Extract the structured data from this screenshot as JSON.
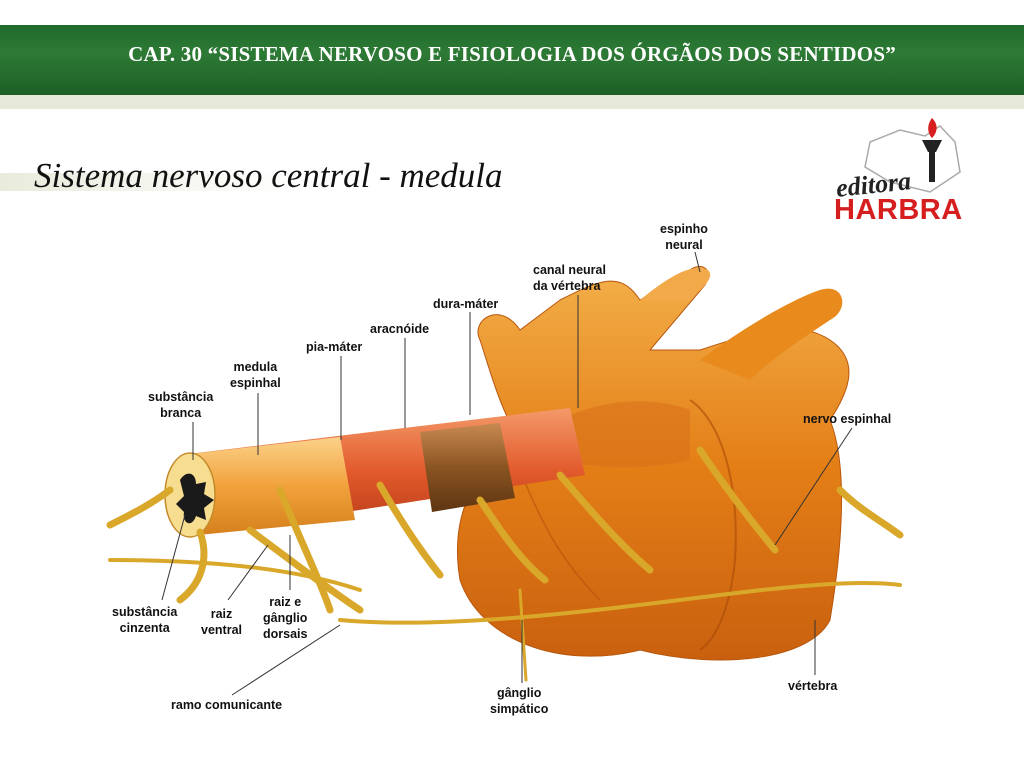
{
  "header": {
    "title": "CAP. 30 “SISTEMA NERVOSO E FISIOLOGIA DOS ÓRGÃOS DOS SENTIDOS”"
  },
  "slide": {
    "title": "Sistema nervoso central - medula"
  },
  "logo": {
    "script": "editora",
    "brand": "HARBRA",
    "brand_color": "#d71e1e"
  },
  "colors": {
    "header_green": "#2d7a35",
    "vertebra_orange": "#e88a1c",
    "nerve_yellow": "#e3b73a",
    "cord_red": "#e25a2c"
  },
  "labels": {
    "espinho_neural": [
      "espinho",
      "neural"
    ],
    "canal_neural": [
      "canal neural",
      "da vértebra"
    ],
    "dura_mater": "dura-máter",
    "aracnoide": "aracnóide",
    "pia_mater": "pia-máter",
    "medula_espinhal": [
      "medula",
      "espinhal"
    ],
    "substancia_branca": [
      "substância",
      "branca"
    ],
    "nervo_espinhal": "nervo espinhal",
    "substancia_cinzenta": [
      "substância",
      "cinzenta"
    ],
    "raiz_ventral": [
      "raiz",
      "ventral"
    ],
    "raiz_ganglio": [
      "raiz e",
      "gânglio",
      "dorsais"
    ],
    "ramo_comunicante": "ramo comunicante",
    "ganglio_simpatico": [
      "gânglio",
      "simpático"
    ],
    "vertebra": "vértebra"
  }
}
